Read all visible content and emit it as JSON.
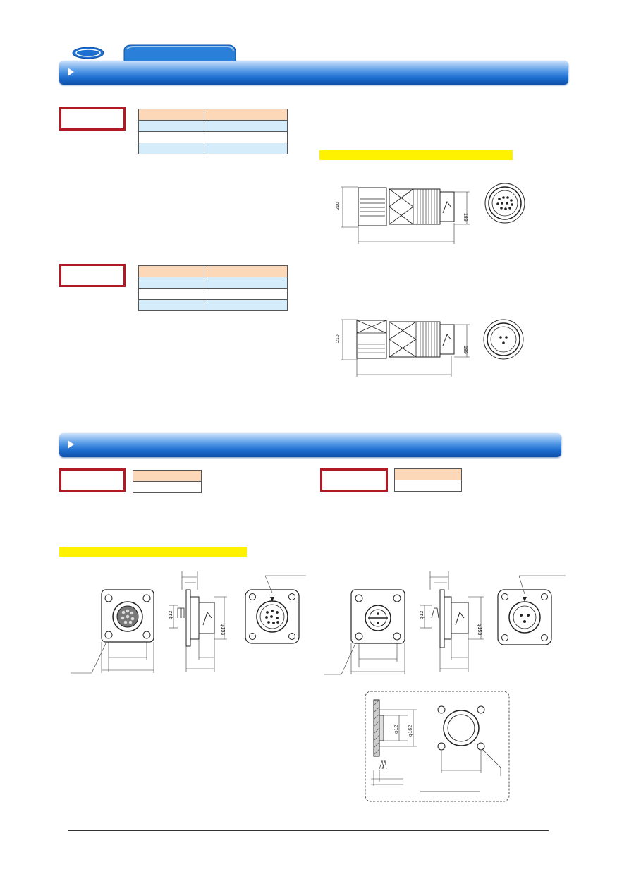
{
  "drawing_labels": {
    "plug_a_dia": "210",
    "plug_a_len": "189",
    "plug_b_dia": "210",
    "plug_b_len": "189",
    "rcpt_a_d1": "φ12",
    "rcpt_a_d2": "φ153",
    "rcpt_b_d1": "φ12",
    "rcpt_b_d2": "φ153",
    "cut_d1": "φ12",
    "cut_d2": "φ162"
  },
  "colors": {
    "brand_blue": "#1e6fd0",
    "red_box": "#b01a25",
    "table_header": "#fcd7b8",
    "table_row": "#d5ecfb",
    "highlight": "#fff200"
  }
}
